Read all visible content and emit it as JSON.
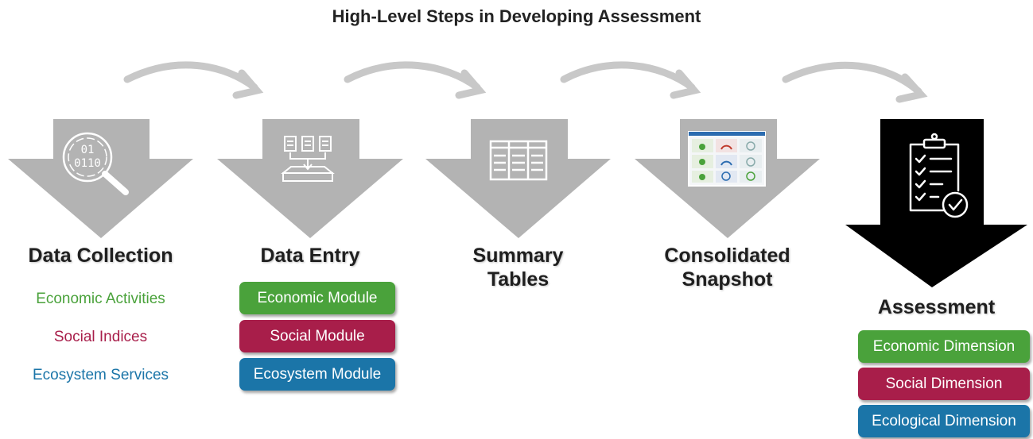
{
  "title": "High-Level Steps in Developing Assessment",
  "colors": {
    "green": "#4aa23b",
    "crimson": "#a81e4a",
    "blue": "#1b75a8",
    "arrow_gray": "#b3b3b3",
    "arrow_black": "#000000",
    "connector_gray": "#c8c8c8"
  },
  "steps": [
    {
      "title": "Data Collection",
      "icon": "data-search-icon",
      "items": [
        "Economic Activities",
        "Social Indices",
        "Ecosystem Services"
      ]
    },
    {
      "title": "Data Entry",
      "icon": "data-entry-icon",
      "modules": [
        "Economic Module",
        "Social Module",
        "Ecosystem Module"
      ]
    },
    {
      "title_line1": "Summary",
      "title_line2": "Tables",
      "icon": "table-icon"
    },
    {
      "title_line1": "Consolidated",
      "title_line2": "Snapshot",
      "icon": "dashboard-snapshot-icon"
    },
    {
      "title": "Assessment",
      "icon": "checklist-icon",
      "dimensions": [
        "Economic Dimension",
        "Social Dimension",
        "Ecological Dimension"
      ]
    }
  ]
}
